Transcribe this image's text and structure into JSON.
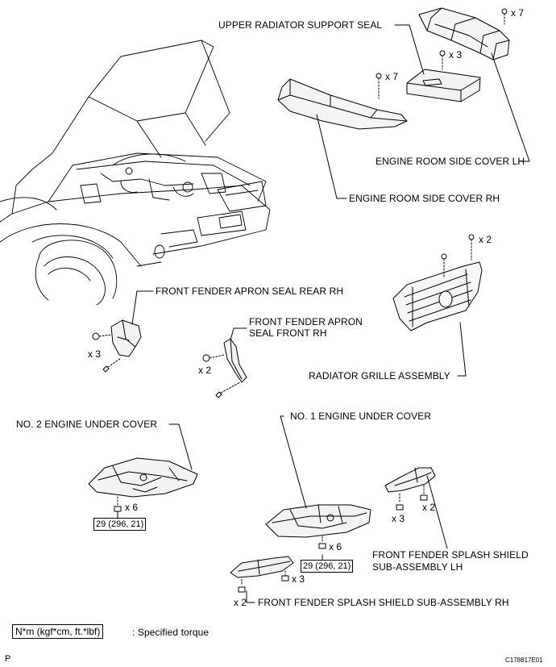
{
  "labels": {
    "upper_radiator_support_seal": "UPPER RADIATOR SUPPORT SEAL",
    "engine_room_side_cover_lh": "ENGINE ROOM SIDE COVER LH",
    "engine_room_side_cover_rh": "ENGINE ROOM SIDE COVER RH",
    "front_fender_apron_seal_rear_rh": "FRONT FENDER APRON SEAL REAR RH",
    "front_fender_apron_seal_front_rh_line1": "FRONT FENDER APRON",
    "front_fender_apron_seal_front_rh_line2": "SEAL FRONT RH",
    "radiator_grille_assembly": "RADIATOR GRILLE ASSEMBLY",
    "no2_engine_under_cover": "NO. 2 ENGINE UNDER COVER",
    "no1_engine_under_cover": "NO. 1 ENGINE UNDER COVER",
    "front_fender_splash_shield_lh_line1": "FRONT FENDER SPLASH SHIELD",
    "front_fender_splash_shield_lh_line2": "SUB-ASSEMBLY LH",
    "front_fender_splash_shield_rh": "FRONT FENDER SPLASH SHIELD SUB-ASSEMBLY RH"
  },
  "quantities": {
    "lh_cover_clips": "x 7",
    "seal_clips": "x 3",
    "rh_cover_clips": "x 7",
    "grille_clips": "x 2",
    "apron_rear_clips": "x 3",
    "apron_front_clips": "x 2",
    "no2_bolts": "x 6",
    "no1_bolts": "x 6",
    "lh_shield_a": "x 3",
    "lh_shield_b": "x 2",
    "rh_shield_a": "x 3",
    "rh_shield_b": "x 2"
  },
  "torque": {
    "no2_engine_under_cover": "29 (296, 21)",
    "no1_engine_under_cover": "29 (296, 21)"
  },
  "legend": {
    "unit_box": "N*m (kgf*cm, ft.*lbf)",
    "description": ": Specified torque"
  },
  "footer": {
    "page_letter": "P",
    "figure_code": "C178817E01"
  }
}
